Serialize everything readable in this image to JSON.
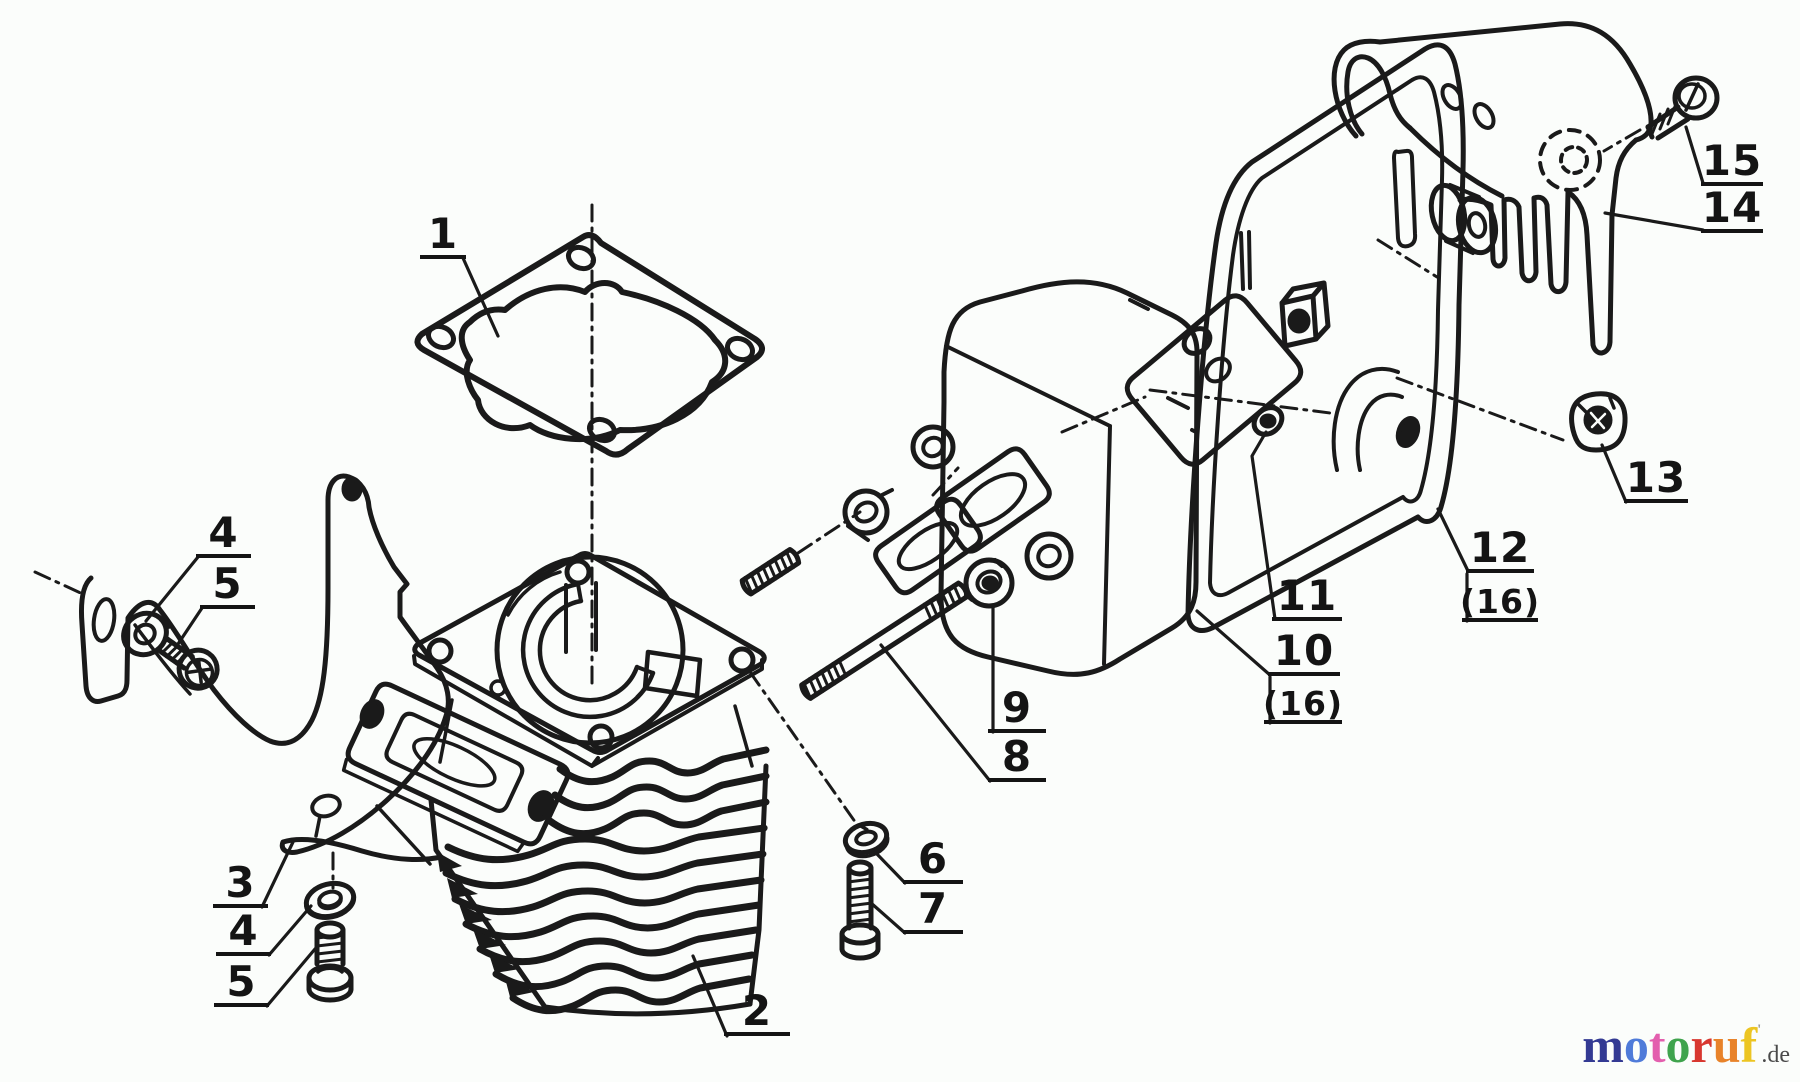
{
  "diagram": {
    "type": "exploded-parts-diagram",
    "line_color": "#1a1a1a",
    "background_color": "#fbfdfb",
    "callouts": {
      "c1": {
        "label": "1"
      },
      "c2": {
        "label": "2"
      },
      "c3": {
        "label": "3"
      },
      "c4a": {
        "label": "4"
      },
      "c5a": {
        "label": "5"
      },
      "c4b": {
        "label": "4"
      },
      "c5b": {
        "label": "5"
      },
      "c6": {
        "label": "6"
      },
      "c7": {
        "label": "7"
      },
      "c8": {
        "label": "8"
      },
      "c9": {
        "label": "9"
      },
      "c10": {
        "label": "10"
      },
      "c10_sub": {
        "label": "(16)"
      },
      "c11": {
        "label": "11"
      },
      "c12": {
        "label": "12"
      },
      "c12_sub": {
        "label": "(16)"
      },
      "c13": {
        "label": "13"
      },
      "c14": {
        "label": "14"
      },
      "c15": {
        "label": "15"
      }
    }
  },
  "watermark": {
    "letters": [
      {
        "ch": "m",
        "color": "#333a93"
      },
      {
        "ch": "o",
        "color": "#4f7bd9"
      },
      {
        "ch": "t",
        "color": "#e35fae"
      },
      {
        "ch": "o",
        "color": "#3fa34d"
      },
      {
        "ch": "r",
        "color": "#d8372f"
      },
      {
        "ch": "u",
        "color": "#e8832a"
      },
      {
        "ch": "f",
        "color": "#ecc522"
      }
    ],
    "mark": "'",
    "suffix": ".de",
    "suffix_color": "#4a4a4a"
  }
}
